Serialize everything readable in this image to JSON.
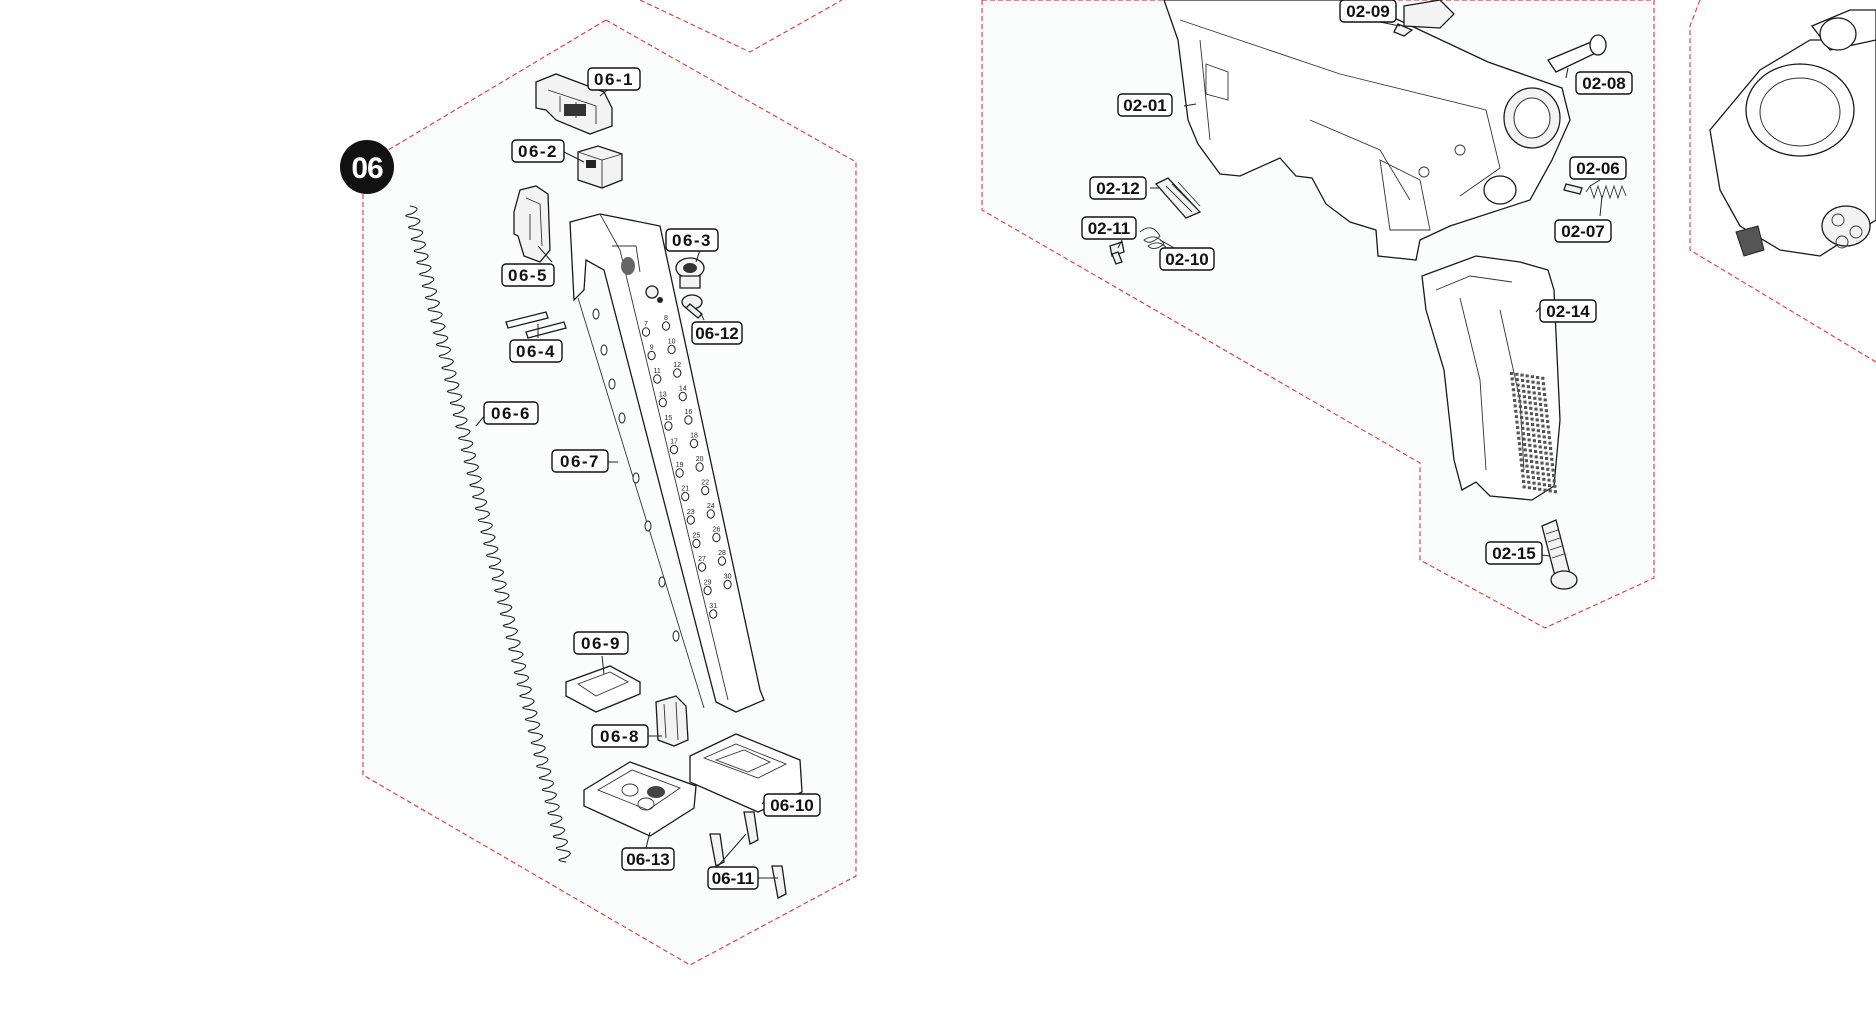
{
  "colors": {
    "group_border": "#d9474d",
    "ink": "#111111",
    "badge_fill": "#111111",
    "badge_text": "#ffffff"
  },
  "group_badge": "06",
  "callouts": {
    "06-1": "06-1",
    "06-2": "06-2",
    "06-3": "06-3",
    "06-4": "06-4",
    "06-5": "06-5",
    "06-6": "06-6",
    "06-7": "06-7",
    "06-8": "06-8",
    "06-9": "06-9",
    "06-10": "06-10",
    "06-11": "06-11",
    "06-12": "06-12",
    "06-13": "06-13",
    "02-01": "02-01",
    "02-06": "02-06",
    "02-07": "02-07",
    "02-08": "02-08",
    "02-09": "02-09",
    "02-10": "02-10",
    "02-11": "02-11",
    "02-12": "02-12",
    "02-14": "02-14",
    "02-15": "02-15"
  },
  "magazine_round_numbers": [
    "7",
    "8",
    "9",
    "10",
    "11",
    "12",
    "13",
    "14",
    "15",
    "16",
    "17",
    "18",
    "19",
    "20",
    "21",
    "22",
    "23",
    "24",
    "25",
    "26",
    "27",
    "28",
    "29",
    "30",
    "31"
  ]
}
